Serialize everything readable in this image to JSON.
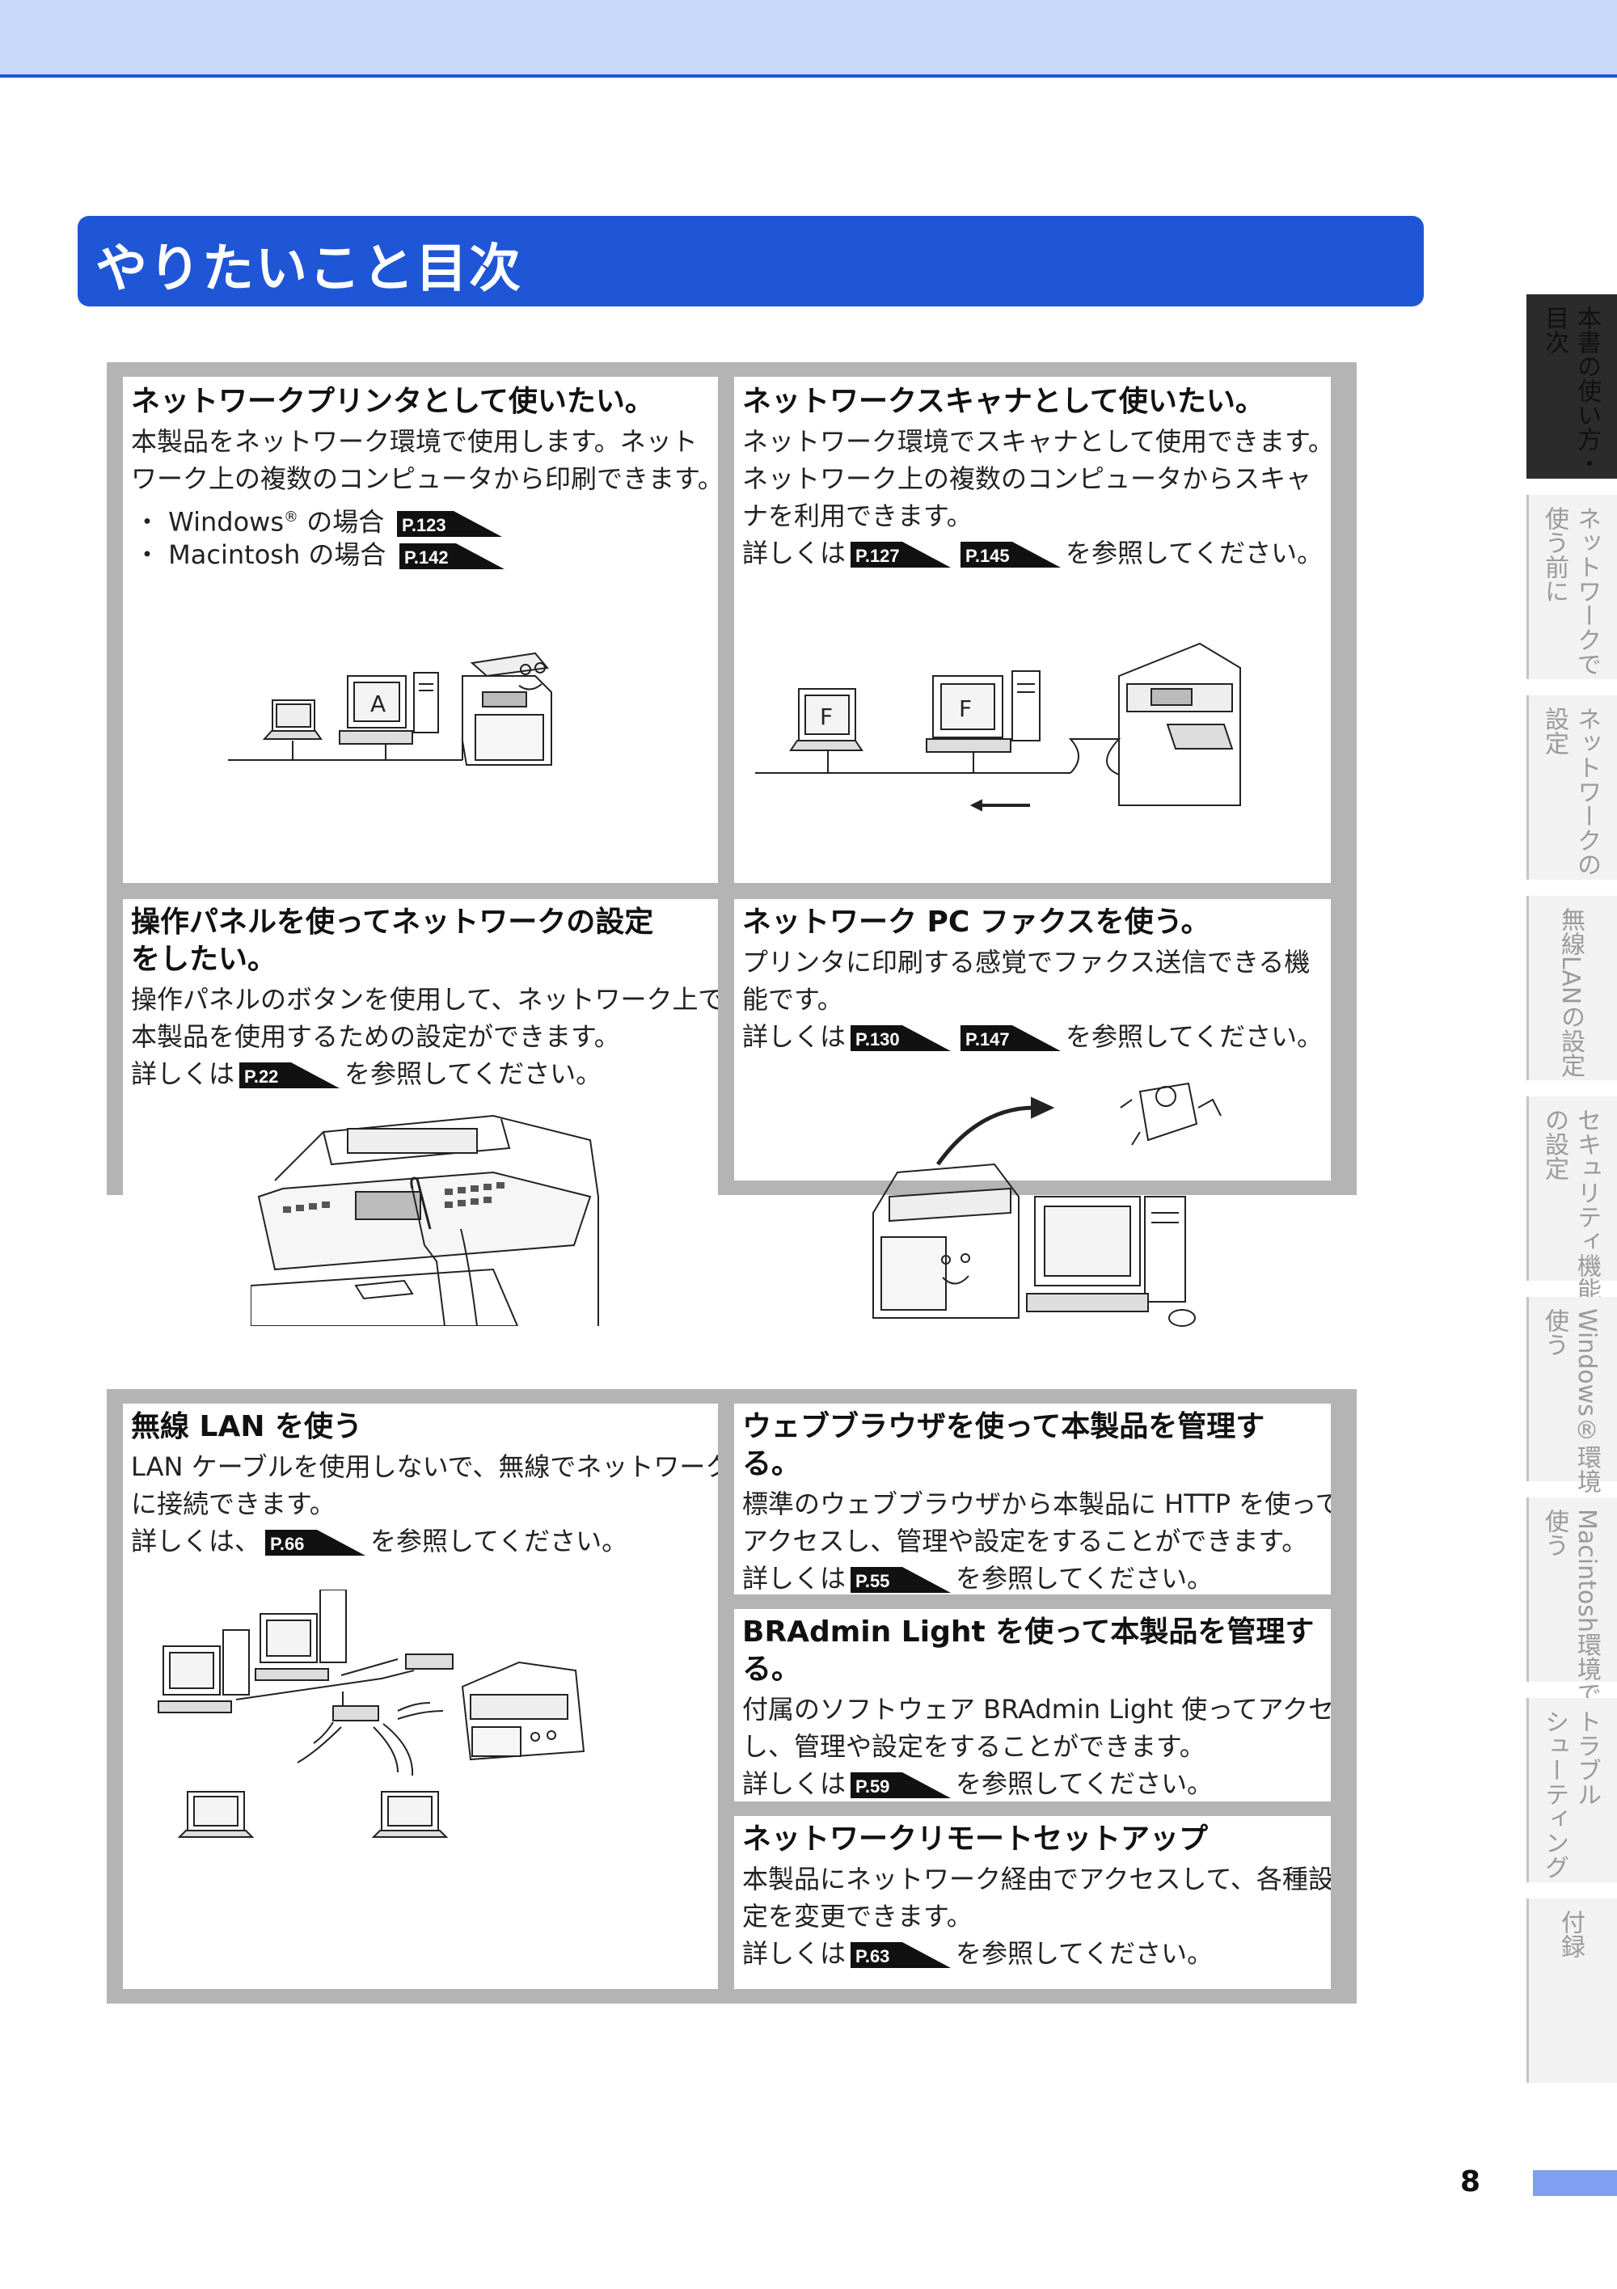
{
  "page_title": "やりたいこと目次",
  "page_number": "8",
  "sections": [
    {
      "title": "ネットワークプリンタとして使いたい。",
      "lines": [
        "本製品をネットワーク環境で使用します。ネット",
        "ワーク上の複数のコンピュータから印刷できます。"
      ],
      "bullet1_pre": "・ Windows",
      "bullet1_sup": "®",
      "bullet1_post": "の場合",
      "bullet1_ref": "P.123",
      "bullet2_pre": "・ Macintosh の場合",
      "bullet2_ref": "P.142"
    },
    {
      "title": "ネットワークスキャナとして使いたい。",
      "lines": [
        "ネットワーク環境でスキャナとして使用できます。",
        "ネットワーク上の複数のコンピュータからスキャ",
        "ナを利用できます。"
      ],
      "detail_pre": "詳しくは",
      "ref1": "P.127",
      "ref2": "P.145",
      "detail_post": "を参照してください。"
    },
    {
      "title_lines": [
        "操作パネルを使ってネットワークの設定",
        "をしたい。"
      ],
      "lines": [
        "操作パネルのボタンを使用して、ネットワーク上で",
        "本製品を使用するための設定ができます。"
      ],
      "detail_pre": "詳しくは",
      "ref1": "P.22",
      "detail_post": "を参照してください。"
    },
    {
      "title": "ネットワーク PC ファクスを使う。",
      "lines": [
        "プリンタに印刷する感覚でファクス送信できる機",
        "能です。"
      ],
      "detail_pre": "詳しくは",
      "ref1": "P.130",
      "ref2": "P.147",
      "detail_post": "を参照してください。"
    },
    {
      "title": "無線 LAN を使う",
      "lines": [
        "LAN ケーブルを使用しないで、無線でネットワーク",
        "に接続できます。"
      ],
      "detail_pre": "詳しくは、",
      "ref1": "P.66",
      "detail_post": "を参照してください。"
    },
    {
      "title_lines": [
        "ウェブブラウザを使って本製品を管理す",
        "る。"
      ],
      "lines": [
        "標準のウェブブラウザから本製品に HTTP を使って",
        "アクセスし、管理や設定をすることができます。"
      ],
      "detail_pre": "詳しくは",
      "ref1": "P.55",
      "detail_post": "を参照してください。"
    },
    {
      "title_lines": [
        "BRAdmin Light を使って本製品を管理す",
        "る。"
      ],
      "lines": [
        "付属のソフトウェア BRAdmin Light 使ってアクセス",
        "し、管理や設定をすることができます。"
      ],
      "detail_pre": "詳しくは",
      "ref1": "P.59",
      "detail_post": "を参照してください。"
    },
    {
      "title": "ネットワークリモートセットアップ",
      "lines": [
        "本製品にネットワーク経由でアクセスして、各種設",
        "定を変更できます。"
      ],
      "detail_pre": "詳しくは",
      "ref1": "P.63",
      "detail_post": "を参照してください。"
    }
  ],
  "illustration_labels": {
    "printer_screen": "A",
    "scanner_screen_1": "F",
    "scanner_screen_2": "F"
  },
  "side_tabs": [
    {
      "col1": "本書の使い方・",
      "col2": "目次",
      "active": true
    },
    {
      "col1": "ネットワークで",
      "col2": "使う前に"
    },
    {
      "col1": "ネットワークの",
      "col2": "設定"
    },
    {
      "col1": "無線LANの設定"
    },
    {
      "col1": "セキュリティ機能",
      "col2": "の設定"
    },
    {
      "col1": "Windows®環境で",
      "col2": "使う"
    },
    {
      "col1": "Macintosh環境で",
      "col2": "使う"
    },
    {
      "col1": "トラブル",
      "col2": "シューティング"
    },
    {
      "col1": "付録"
    }
  ],
  "colors": {
    "accent_blue": "#1f56d6",
    "header_band": "#c8d8f8",
    "frame_gray": "#b4b4b4",
    "page_bar": "#7fa0f0"
  }
}
